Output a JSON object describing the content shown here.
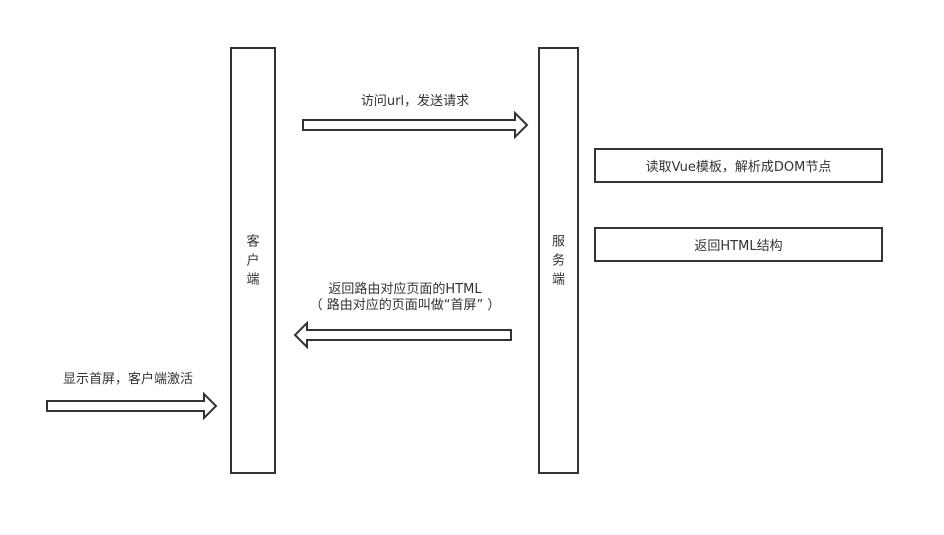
{
  "lanes": {
    "client": {
      "chars": [
        "客",
        "户",
        "端"
      ]
    },
    "server": {
      "chars": [
        "服",
        "务",
        "端"
      ]
    }
  },
  "boxes": {
    "parse": "读取Vue模板，解析成DOM节点",
    "return_html": "返回HTML结构"
  },
  "arrows": {
    "request": {
      "label": "访问url，发送请求"
    },
    "response": {
      "label_line1": "返回路由对应页面的HTML",
      "label_line2": "（ 路由对应的页面叫做“首屏” ）"
    },
    "activate": {
      "label": "显示首屏，客户端激活"
    }
  }
}
